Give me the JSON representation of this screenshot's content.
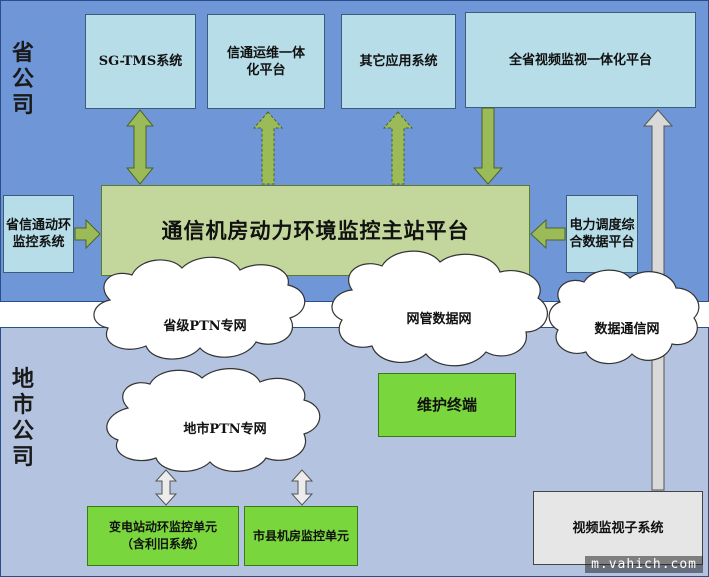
{
  "regions": {
    "province": "省公司",
    "city": "地市公司"
  },
  "boxes": {
    "sgtms": "SG-TMS系统",
    "ops_platform": "信通运维一体化平台",
    "other_apps": "其它应用系统",
    "video_platform": "全省视频监视一体化平台",
    "prov_monitor": "省信通动环监控系统",
    "main_platform": "通信机房动力环境监控主站平台",
    "power_dispatch": "电力调度综合数据平台",
    "maintenance": "维护终端",
    "substation_unit": "变电站动环监控单元（含利旧系统）",
    "county_unit": "市县机房监控单元",
    "video_subsystem": "视频监视子系统"
  },
  "clouds": {
    "prov_ptn": "省级PTN专网",
    "nms_net": "网管数据网",
    "data_comm": "数据通信网",
    "city_ptn": "地市PTN专网"
  },
  "watermark": "m.vahich.com",
  "colors": {
    "top_band": "#6f97d8",
    "bottom_band": "#b4c4e0",
    "cyan_box": "#b7dee8",
    "main_box": "#c3d69b",
    "green_box": "#79d63c",
    "arrow_green": "#9bbb59",
    "arrow_gray": "#d9d9d9"
  }
}
